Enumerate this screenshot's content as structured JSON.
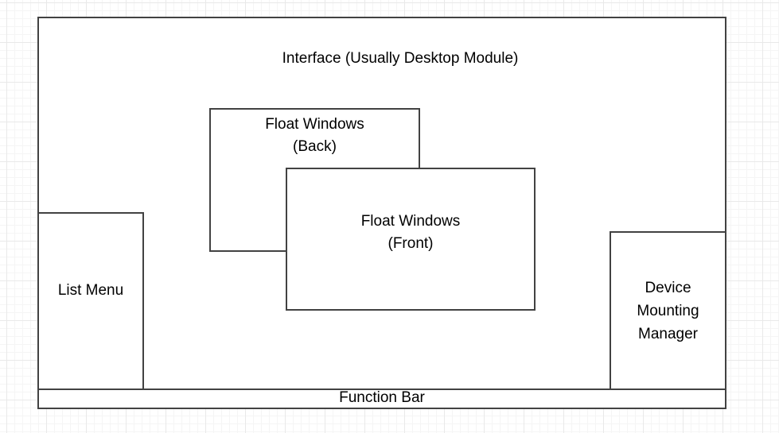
{
  "diagram": {
    "description": "UI architecture diagram on grid paper",
    "colors": {
      "background": "#ffffff",
      "shape_fill": "#ffffff",
      "shape_border": "#424242",
      "text": "#000000",
      "grid_minor": "#f5f5f5",
      "grid_major": "#e9e9e9"
    },
    "nodes": {
      "interface": {
        "label": "Interface (Usually Desktop Module)"
      },
      "float_back": {
        "label": "Float Windows\n(Back)"
      },
      "float_front": {
        "label": "Float Windows\n(Front)"
      },
      "list_menu": {
        "label": "List Menu"
      },
      "device_mounting_manager": {
        "label": "Device\nMounting\nManager"
      },
      "function_bar": {
        "label": "Function Bar"
      }
    }
  }
}
